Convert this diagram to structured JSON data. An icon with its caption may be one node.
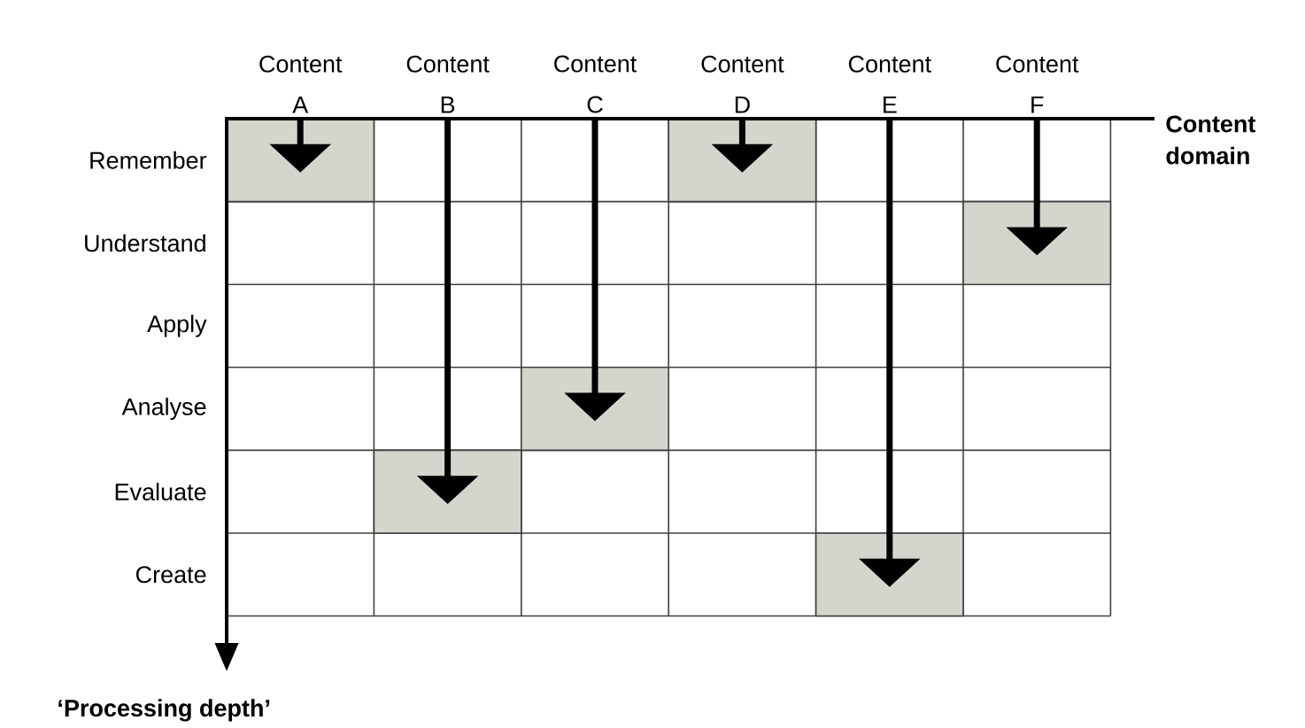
{
  "diagram": {
    "nodes": [
      {
        "text": [
          "Content A"
        ]
      },
      {
        "text": [
          "Content B"
        ]
      },
      {
        "text": [
          "Content C"
        ]
      },
      {
        "text": [
          "Content D"
        ]
      },
      {
        "text": [
          "Content E"
        ]
      },
      {
        "text": [
          "Content F"
        ]
      },
      {
        "text": [],
        "shape": "box"
      },
      {
        "text": [],
        "shape": "box"
      },
      {
        "text": [],
        "shape": "box"
      },
      {
        "text": [],
        "shape": "box"
      },
      {
        "text": [],
        "shape": "box"
      },
      {
        "text": [],
        "shape": "box"
      }
    ],
    "edges": [
      {
        "from": 0,
        "to": 6,
        "arrow": "to"
      },
      {
        "from": 1,
        "to": 7,
        "arrow": "to"
      },
      {
        "from": 2,
        "to": 8,
        "arrow": "to"
      },
      {
        "from": 3,
        "to": 9,
        "arrow": "to"
      },
      {
        "from": 4,
        "to": 10,
        "arrow": "to"
      },
      {
        "from": 5,
        "to": 11,
        "arrow": "to"
      }
    ],
    "labels": [
      "Content domain",
      "Remember",
      "Understand",
      "Apply",
      "Analyse",
      "Evaluate",
      "Create",
      "‘Processing depth’"
    ]
  }
}
